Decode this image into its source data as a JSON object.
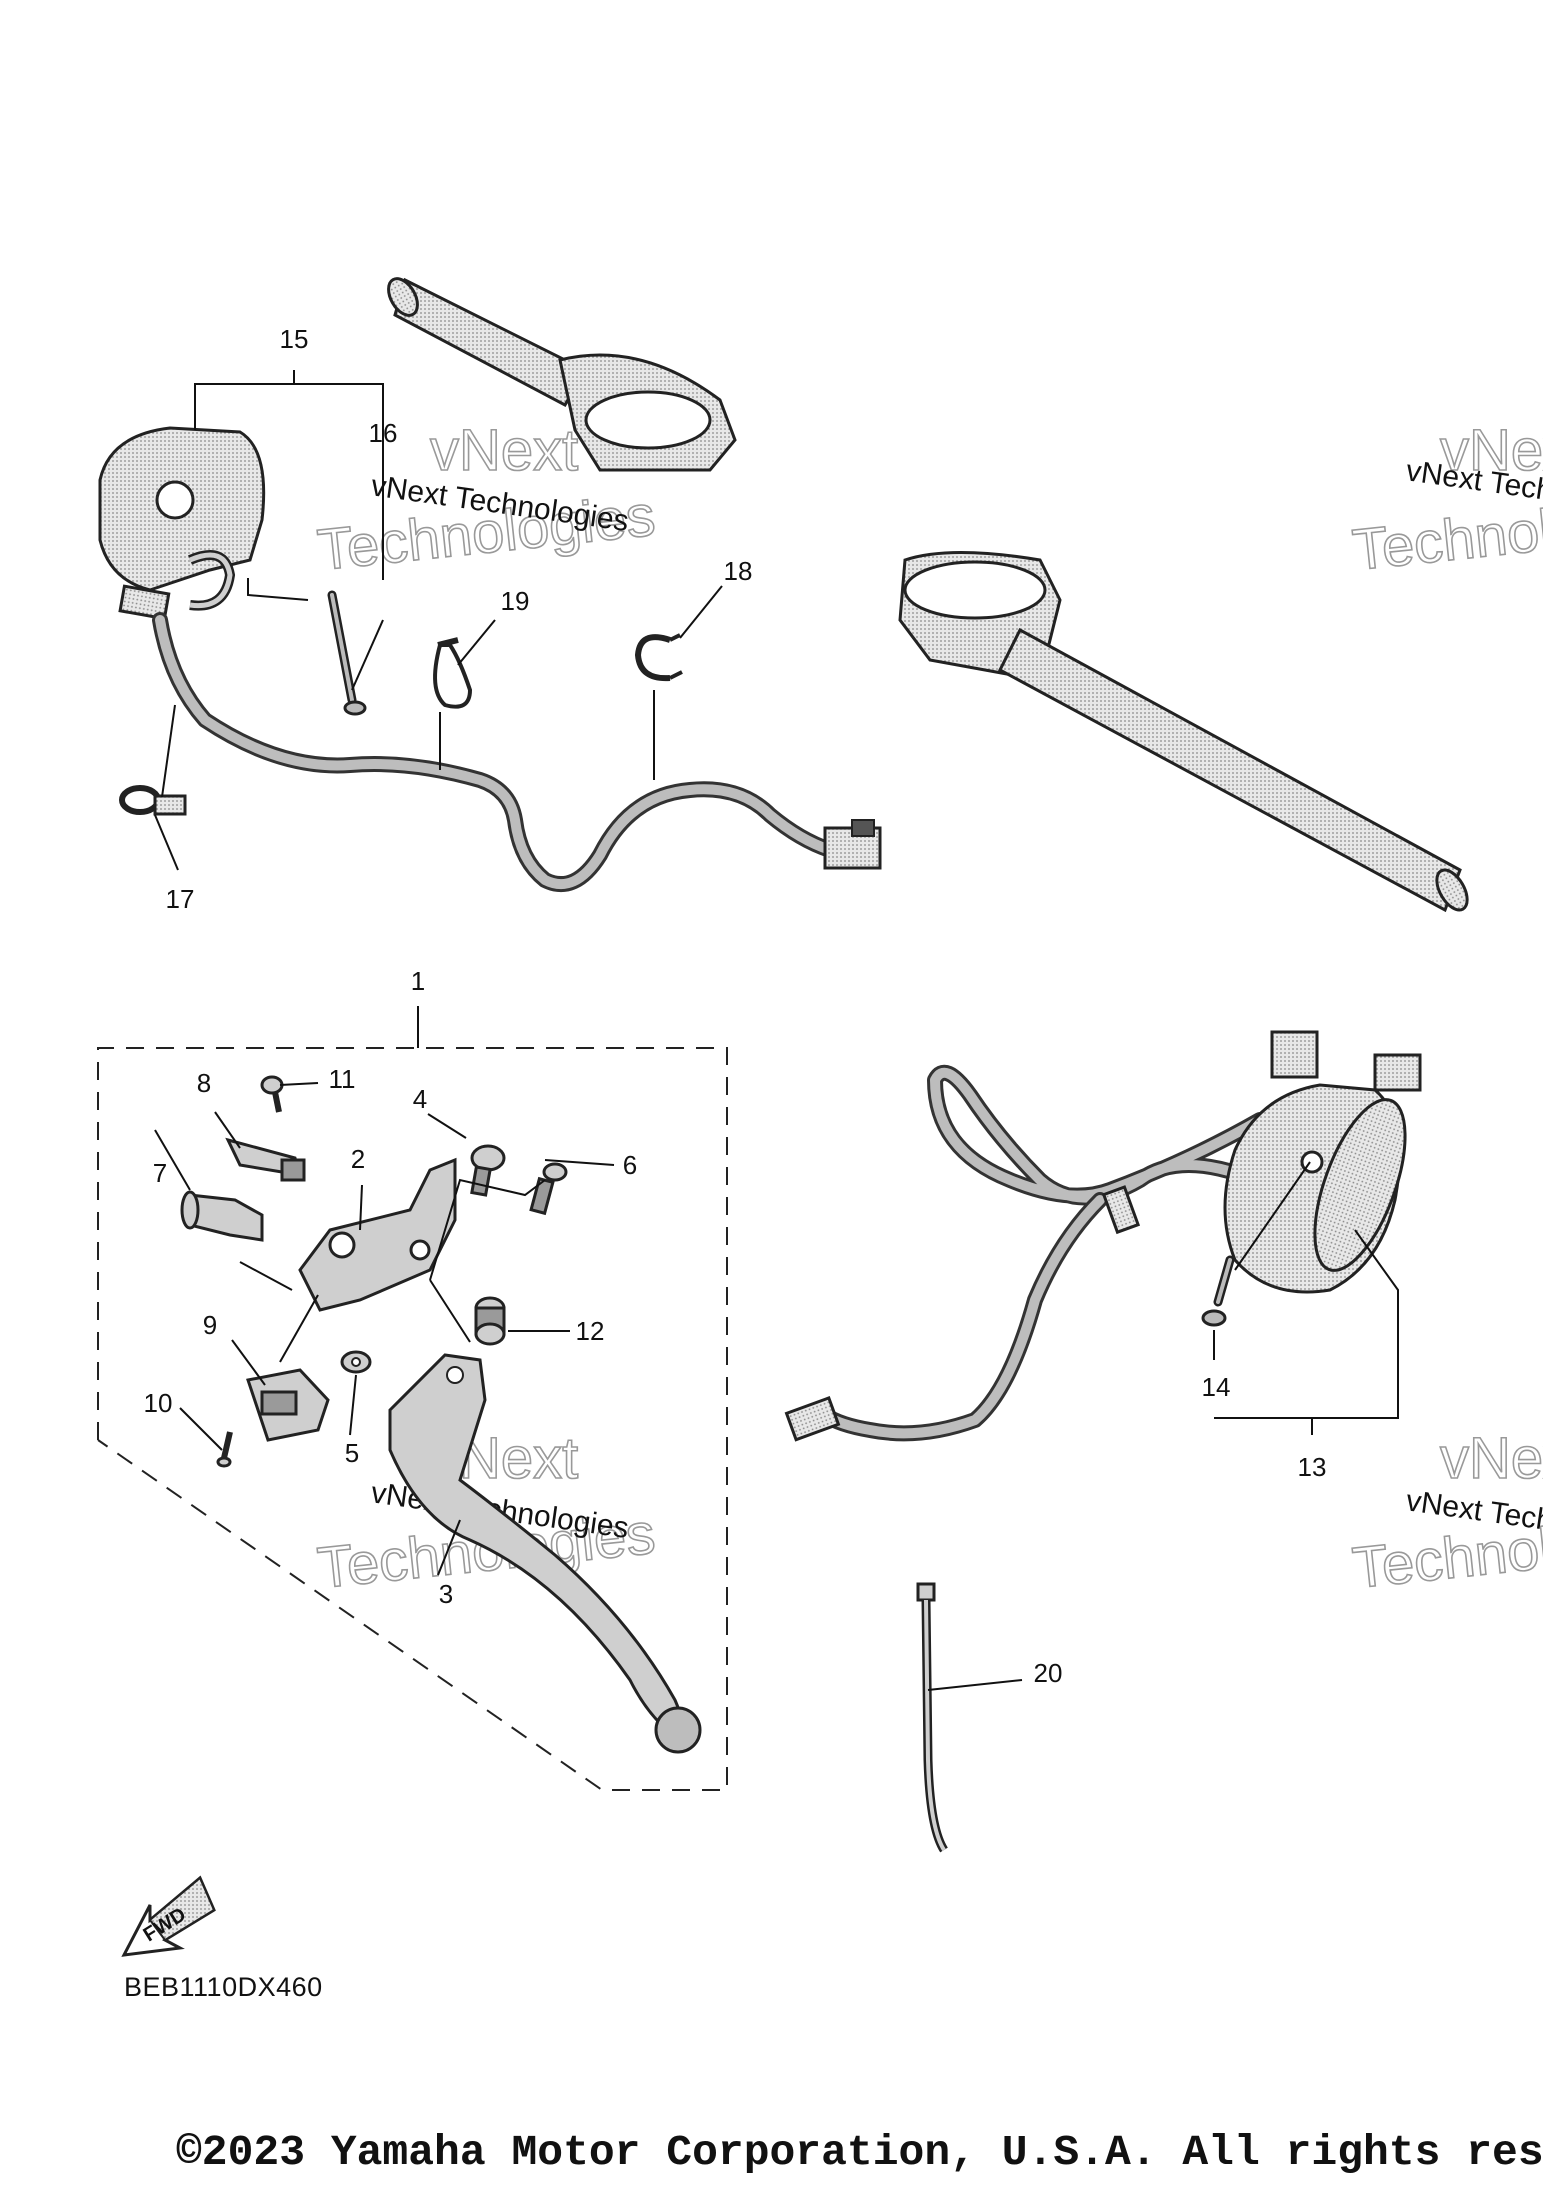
{
  "callouts": {
    "c1": "1",
    "c2": "2",
    "c3": "3",
    "c4": "4",
    "c5": "5",
    "c6": "6",
    "c7": "7",
    "c8": "8",
    "c9": "9",
    "c10": "10",
    "c11": "11",
    "c12": "12",
    "c13": "13",
    "c14": "14",
    "c15": "15",
    "c16": "16",
    "c17": "17",
    "c18": "18",
    "c19": "19",
    "c20": "20"
  },
  "watermark": {
    "line1": "vNext Technologies",
    "big1": "vNext",
    "big2": "Technologies"
  },
  "fwd_label": "FWD",
  "diagram_code": "BEB1110DX460",
  "copyright": "©2023 Yamaha Motor Corporation, U.S.A. All rights res"
}
